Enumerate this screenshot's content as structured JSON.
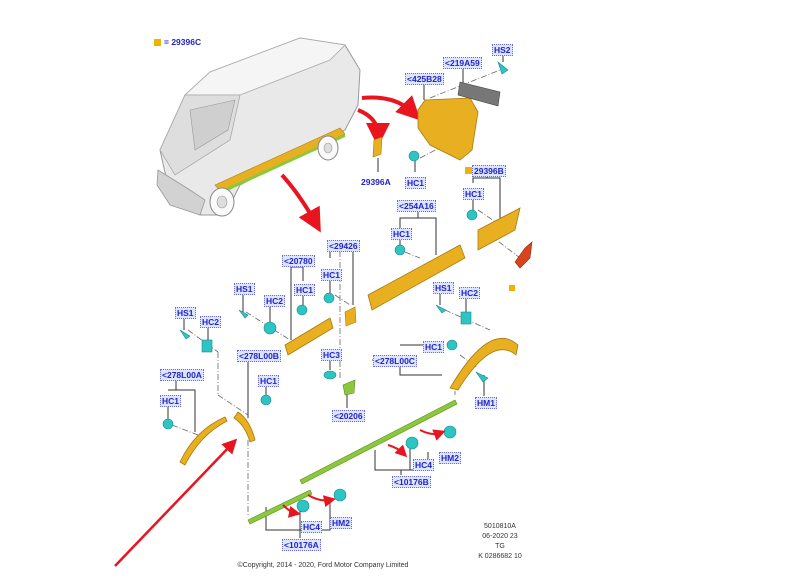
{
  "legend": {
    "swatch_color": "#f0b400",
    "text": "= 29396C"
  },
  "labels": {
    "l_425B28": "<425B28",
    "l_219A59": "<219A59",
    "hs2": "HS2",
    "p_29396A": "29396A",
    "hc1_top": "HC1",
    "l_29396B": "29396B",
    "hc1_right": "HC1",
    "l_254A16": "<254A16",
    "hc1_mid": "HC1",
    "l_29426": "<29426",
    "l_20780": "<20780",
    "hc1_29426": "HC1",
    "hs1_a": "HS1",
    "hc2_a": "HC2",
    "hc1_20780": "HC1",
    "hs1_b": "HS1",
    "hc2_b": "HC2",
    "hs1_right": "HS1",
    "hc2_right": "HC2",
    "l_278L00B": "<278L00B",
    "hc3": "HC3",
    "l_278L00C": "<278L00C",
    "hc1_c": "HC1",
    "l_278L00A": "<278L00A",
    "hc1_b": "HC1",
    "hc1_a": "HC1",
    "hm1": "HM1",
    "l_20206": "<20206",
    "hc4_b": "HC4",
    "hm2_b": "HM2",
    "l_10176B": "<10176B",
    "hc4_a": "HC4",
    "hm2_a": "HM2",
    "l_10176A": "<10176A"
  },
  "footer": {
    "ref_code": "5010810A",
    "date": "06-2020 23",
    "tag": "TG",
    "doc_no": "K 0286682 10",
    "copyright": "©Copyright, 2014 - 2020, Ford Motor Company Limited"
  },
  "colors": {
    "part_yellow": "#e8b020",
    "clip_cyan": "#2ec4c4",
    "trim_green": "#8cc83c",
    "arrow_red": "#e8141e",
    "label_blue": "#2323c8",
    "mudflap_red": "#d8441c"
  }
}
